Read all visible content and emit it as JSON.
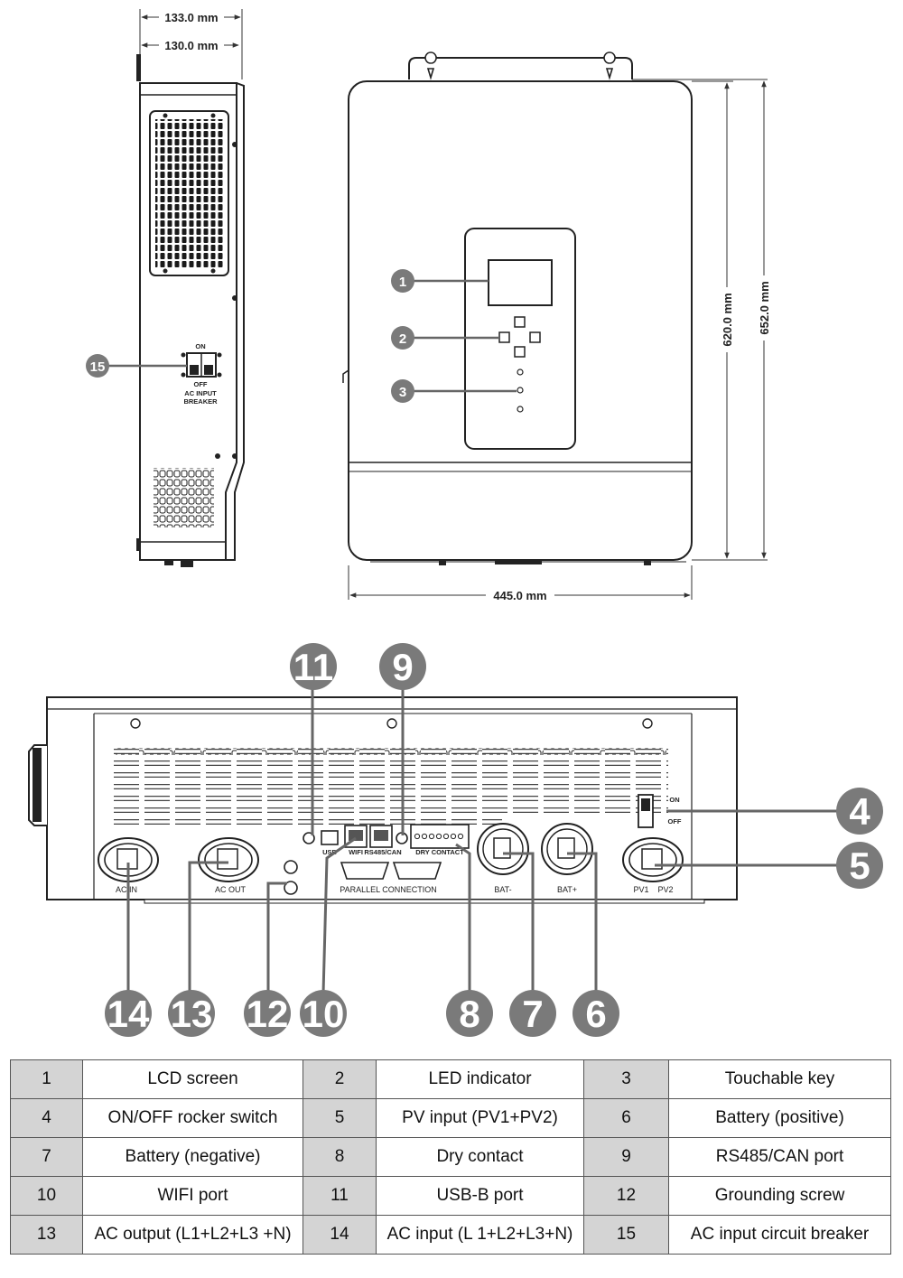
{
  "dimensions": {
    "side_depth_outer": "133.0 mm",
    "side_depth_inner": "130.0 mm",
    "front_height_inner": "620.0 mm",
    "front_height_outer": "652.0 mm",
    "front_width": "445.0 mm"
  },
  "side_view": {
    "switch_on": "ON",
    "switch_off": "OFF",
    "breaker_line1": "AC INPUT",
    "breaker_line2": "BREAKER"
  },
  "bottom_view": {
    "port_usb": "USB",
    "port_wifi": "WIFI",
    "port_rs485": "RS485/CAN",
    "port_dry": "DRY CONTACT",
    "parallel": "PARALLEL CONNECTION",
    "ac_in": "AC IN",
    "ac_out": "AC OUT",
    "bat_neg": "BAT-",
    "bat_pos": "BAT+",
    "pv1": "PV1",
    "pv2": "PV2",
    "switch_on": "ON",
    "switch_off": "OFF"
  },
  "callouts": [
    "1",
    "2",
    "3",
    "4",
    "5",
    "6",
    "7",
    "8",
    "9",
    "10",
    "11",
    "12",
    "13",
    "14",
    "15"
  ],
  "legend": [
    [
      {
        "num": "1",
        "label": "LCD screen"
      },
      {
        "num": "2",
        "label": "LED indicator"
      },
      {
        "num": "3",
        "label": "Touchable key"
      }
    ],
    [
      {
        "num": "4",
        "label": "ON/OFF rocker switch"
      },
      {
        "num": "5",
        "label": "PV input (PV1+PV2)"
      },
      {
        "num": "6",
        "label": "Battery (positive)"
      }
    ],
    [
      {
        "num": "7",
        "label": "Battery (negative)"
      },
      {
        "num": "8",
        "label": "Dry contact"
      },
      {
        "num": "9",
        "label": "RS485/CAN port"
      }
    ],
    [
      {
        "num": "10",
        "label": "WIFI port"
      },
      {
        "num": "11",
        "label": "USB-B port"
      },
      {
        "num": "12",
        "label": "Grounding screw"
      }
    ],
    [
      {
        "num": "13",
        "label": "AC output (L1+L2+L3 +N)"
      },
      {
        "num": "14",
        "label": "AC input (L 1+L2+L3+N)"
      },
      {
        "num": "15",
        "label": "AC input circuit breaker"
      }
    ]
  ]
}
